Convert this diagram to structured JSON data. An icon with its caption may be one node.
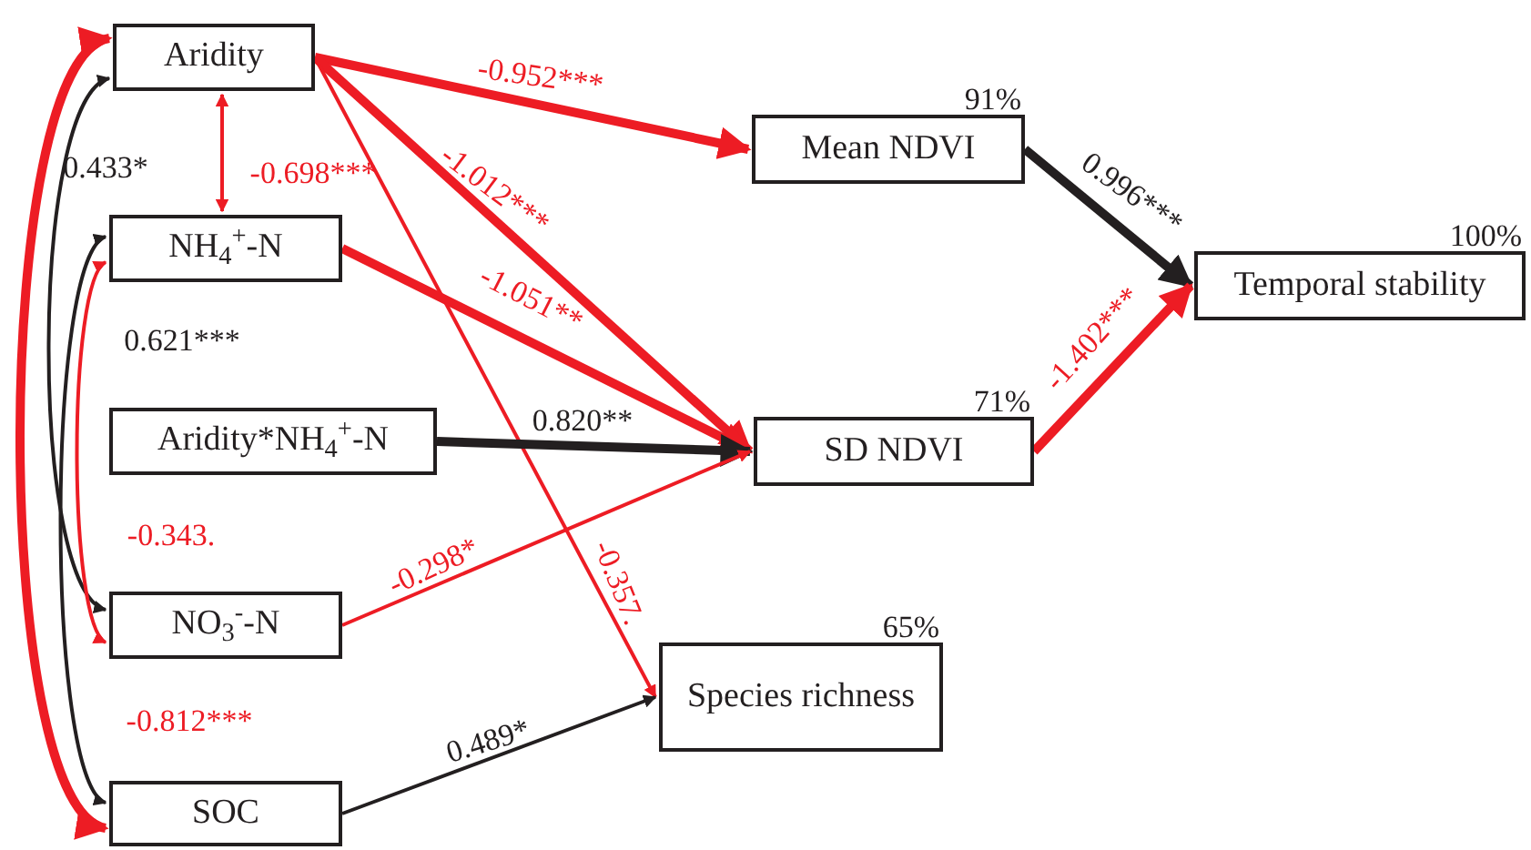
{
  "diagram": {
    "nodes": [
      {
        "text": [
          "Aridity"
        ]
      },
      {
        "text": [
          "NH$_{4}$$^{+}$-N"
        ]
      },
      {
        "text": [
          "Aridity*NH$_{4}$$^{+}$-N"
        ]
      },
      {
        "text": [
          "NO$_{3}$$^{-}$-N"
        ]
      },
      {
        "text": [
          "SOC"
        ]
      },
      {
        "text": [
          "Mean NDVI"
        ],
        "beside": [
          "91%"
        ]
      },
      {
        "text": [
          "SD NDVI"
        ],
        "beside": [
          "71%"
        ]
      },
      {
        "text": [
          "Temporal stability"
        ],
        "beside": [
          "100%"
        ]
      },
      {
        "text": [
          "Species richness"
        ],
        "beside": [
          "65%"
        ]
      }
    ],
    "edges": [
      {
        "from": 0,
        "to": 5,
        "arrow": "to",
        "label": "-0.952***",
        "style": "thick"
      },
      {
        "from": 0,
        "to": 6,
        "arrow": "to",
        "label": "-1.012***",
        "style": "thick"
      },
      {
        "from": 0,
        "to": 8,
        "arrow": "to",
        "label": "-0.357."
      },
      {
        "from": 1,
        "to": 6,
        "arrow": "to",
        "label": "-1.051**",
        "style": "thick"
      },
      {
        "from": 2,
        "to": 6,
        "arrow": "to",
        "label": "0.820**",
        "style": "thick",
        "color": "#231f20"
      },
      {
        "from": 3,
        "to": 6,
        "arrow": "to",
        "label": "-0.298*"
      },
      {
        "from": 4,
        "to": 8,
        "arrow": "to",
        "label": "0.489*",
        "color": "#231f20"
      },
      {
        "from": 5,
        "to": 7,
        "arrow": "to",
        "label": "0.996***",
        "style": "thick",
        "color": "#231f20"
      },
      {
        "from": 6,
        "to": 7,
        "arrow": "to",
        "label": "-1.402***",
        "style": "thick"
      },
      {
        "from": 0,
        "to": 1,
        "arrow": "both",
        "label": "-0.698***"
      },
      {
        "from": 0,
        "to": 3,
        "arrow": "both",
        "label": "0.433*",
        "color": "#231f20"
      },
      {
        "from": 1,
        "to": 4,
        "arrow": "both",
        "label": "0.621***",
        "color": "#231f20"
      },
      {
        "from": 1,
        "to": 3,
        "arrow": "both",
        "label": "-0.343."
      },
      {
        "from": 0,
        "to": 4,
        "arrow": "both",
        "label": "-0.812***",
        "style": "thick"
      }
    ]
  }
}
